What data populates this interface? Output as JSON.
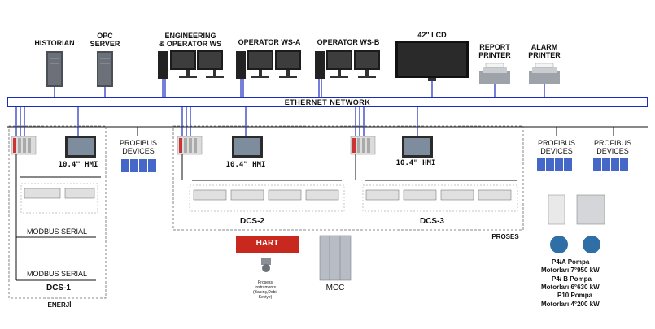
{
  "top_devices": {
    "historian": "HISTORIAN",
    "opc_server": "OPC\nSERVER",
    "engineering_ws": "ENGINEERING\n& OPERATOR WS",
    "operator_ws_a": "OPERATOR WS-A",
    "operator_ws_b": "OPERATOR WS-B",
    "lcd": "42\" LCD",
    "report_printer": "REPORT\nPRINTER",
    "alarm_printer": "ALARM\nPRINTER"
  },
  "network": {
    "ethernet": "ETHERNET NETWORK"
  },
  "controllers": {
    "hmi1": "10.4\" HMI",
    "hmi2": "10.4\" HMI",
    "hmi3": "10.4\" HMI"
  },
  "profibus": {
    "p1": "PROFIBUS\nDEVICES",
    "p2": "PROFIBUS\nDEVICES",
    "p3": "PROFIBUS\nDEVICES"
  },
  "serial": {
    "modbus1": "MODBUS SERIAL",
    "modbus2": "MODBUS SERIAL"
  },
  "zones": {
    "dcs1": "DCS-1",
    "dcs2": "DCS-2",
    "dcs3": "DCS-3",
    "enerji": "ENERJİ",
    "proses": "PROSES"
  },
  "field": {
    "hart": "HART",
    "proses_instruments": "Prosess\nInstruments\n(Basınç,Debi,\nSeviye)",
    "mcc": "MCC"
  },
  "pumps": {
    "line1": "P4/A Pompa",
    "line2": "Motorları  7°950 kW",
    "line3": "P4/ B Pompa",
    "line4": "Motorları  6°630 kW",
    "line5": "P10 Pompa",
    "line6": "Motorları  4°200 kW"
  },
  "colors": {
    "network_blue": "#1a2bbf",
    "bus_black": "#111111",
    "hart_red": "#c8281e",
    "mcc_gray": "#b8bcc4"
  }
}
